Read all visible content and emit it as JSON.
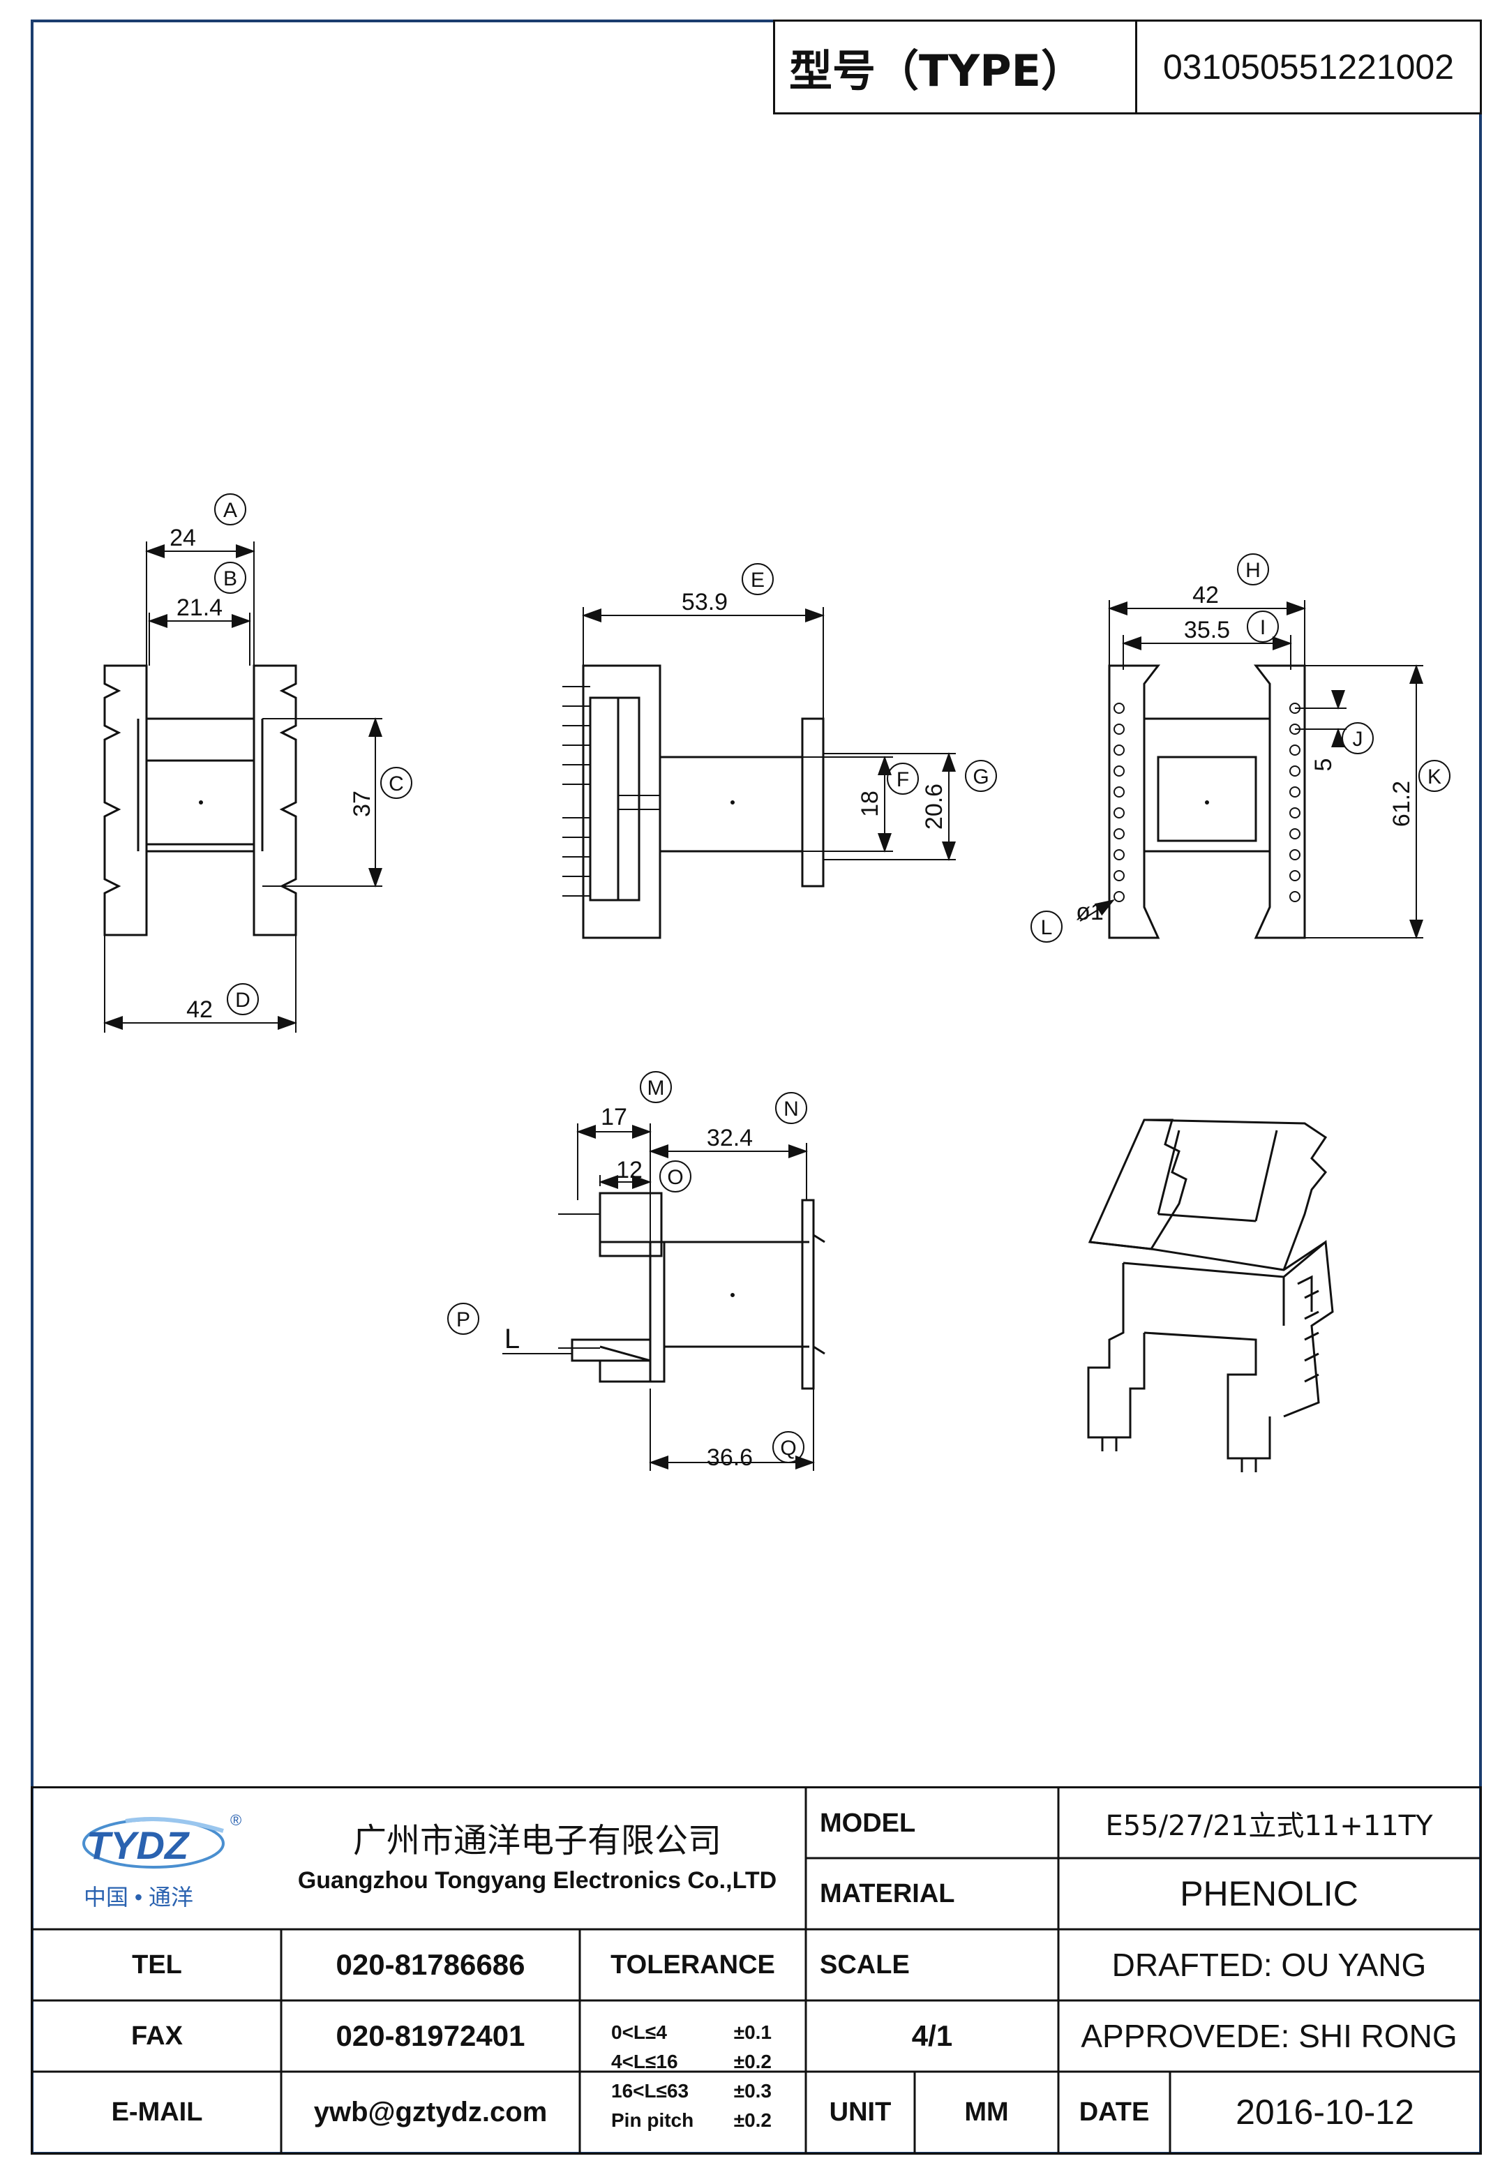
{
  "type_box": {
    "label": "型号（TYPE）",
    "value": "031050551221002"
  },
  "dims": {
    "A": "A",
    "B": "B",
    "C": "C",
    "D": "D",
    "E": "E",
    "F": "F",
    "G": "G",
    "H": "H",
    "I": "I",
    "J": "J",
    "K": "K",
    "L": "L",
    "M": "M",
    "N": "N",
    "O": "O",
    "P": "P",
    "Q": "Q",
    "a_val": "24",
    "b_val": "21.4",
    "c_val": "37",
    "d_val": "42",
    "e_val": "53.9",
    "f_val": "18",
    "g_val": "20.6",
    "h_val": "42",
    "i_val": "35.5",
    "j_val": "5",
    "k_val": "61.2",
    "l_val": "ø1",
    "m_val": "17",
    "n_val": "32.4",
    "o_val": "12",
    "q_val": "36.6",
    "p_label": "L"
  },
  "logo": {
    "brand": "TYDZ",
    "registered": "®",
    "tagline": "中国 • 通洋"
  },
  "company": {
    "cn": "广州市通洋电子有限公司",
    "en": "Guangzhou Tongyang Electronics Co.,LTD"
  },
  "title_block": {
    "model_label": "MODEL",
    "model_value": "E55/27/21立式11+11TY",
    "material_label": "MATERIAL",
    "material_value": "PHENOLIC",
    "tel_label": "TEL",
    "tel_value": "020-81786686",
    "tolerance_label": "TOLERANCE",
    "scale_label": "SCALE",
    "drafted": "DRAFTED:  OU YANG",
    "fax_label": "FAX",
    "fax_value": "020-81972401",
    "scale_value": "4/1",
    "approved": "APPROVEDE:  SHI  RONG",
    "email_label": "E-MAIL",
    "email_value": "ywb@gztydz.com",
    "unit_label": "UNIT",
    "unit_value": "MM",
    "date_label": "DATE",
    "date_value": "2016-10-12",
    "tolerances": [
      {
        "range": "0<L≤4",
        "tol": "±0.1"
      },
      {
        "range": "4<L≤16",
        "tol": "±0.2"
      },
      {
        "range": "16<L≤63",
        "tol": "±0.3"
      },
      {
        "range": "Pin pitch",
        "tol": "±0.2"
      }
    ]
  }
}
